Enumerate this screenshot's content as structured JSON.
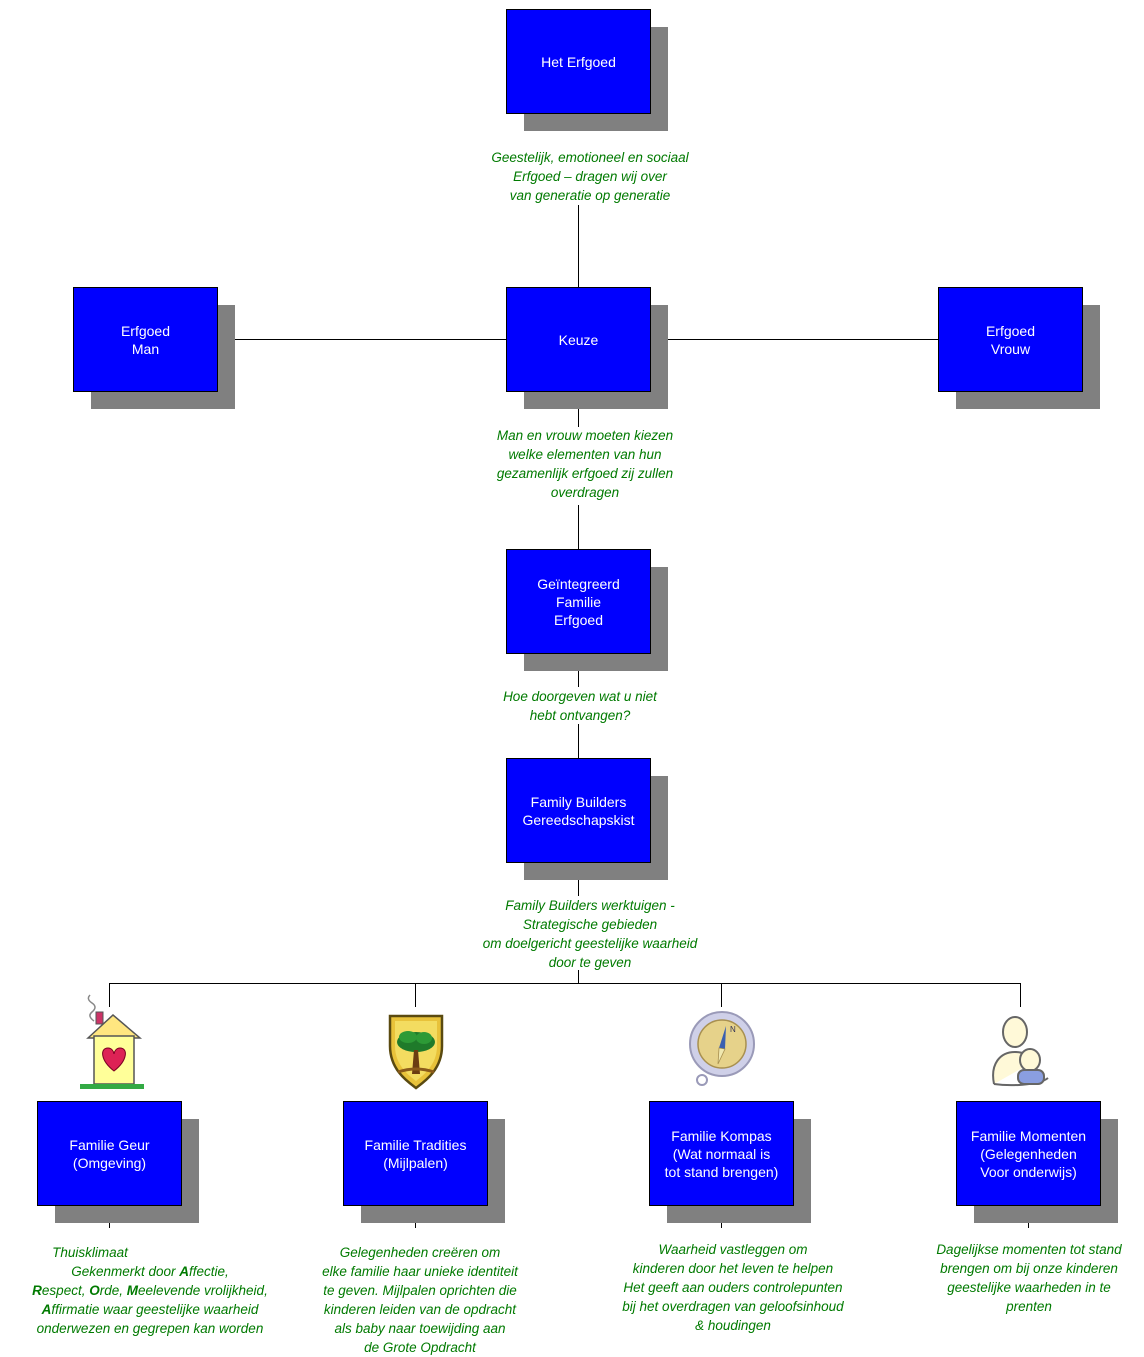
{
  "colors": {
    "box_fill": "#0000ff",
    "box_text": "#ffffff",
    "caption": "#007a00",
    "shadow": "#808080",
    "line": "#000000"
  },
  "boxes": {
    "erfgoed": "Het Erfgoed",
    "man": "Erfgoed\nMan",
    "keuze": "Keuze",
    "vrouw": "Erfgoed\nVrouw",
    "geintegreerd": "Geïntegreerd\nFamilie\nErfgoed",
    "builders": "Family Builders\nGereedschapskist",
    "geur": "Familie Geur\n(Omgeving)",
    "tradities": "Familie Tradities\n(Mijlpalen)",
    "kompas": "Familie Kompas\n(Wat normaal is\ntot stand brengen)",
    "momenten": "Familie Momenten\n(Gelegenheden\nVoor onderwijs)"
  },
  "captions": {
    "erfgoed": "Geestelijk, emotioneel en sociaal\nErfgoed – dragen wij over\nvan generatie op generatie",
    "keuze": "Man en vrouw moeten kiezen\nwelke elementen van hun\ngezamenlijk erfgoed zij zullen\noverdragen",
    "geintegreerd": "Hoe doorgeven wat u niet\nhebt ontvangen?",
    "builders": "Family Builders werktuigen -\nStrategische gebieden\nom doelgericht geestelijke waarheid\ndoor te geven",
    "geur": {
      "line1": "Thuisklimaat",
      "line2_pre": "Gekenmerkt door ",
      "l_a": "A",
      "w_a": "ffectie,",
      "l_r": "R",
      "w_r": "espect, ",
      "l_o": "O",
      "w_o": "rde,  ",
      "l_m": "M",
      "w_m": "eelevende vrolijkheid,",
      "l_a2": "A",
      "w_a2": "ffirmatie waar geestelijke waarheid",
      "line5": "onderwezen en gegrepen kan worden"
    },
    "tradities": "Gelegenheden creëren  om\nelke familie haar unieke identiteit\nte geven.  Mijlpalen oprichten die\nkinderen leiden van de opdracht\nals baby naar toewijding aan\nde Grote Opdracht",
    "kompas": "Waarheid  vastleggen om\nkinderen door het leven te helpen\nHet geeft aan ouders controlepunten\nbij het overdragen van geloofsinhoud\n& houdingen",
    "momenten": "Dagelijkse momenten tot stand\nbrengen om bij onze kinderen\ngeestelijke waarheden in te\nprenten"
  },
  "icons": [
    "house-heart-icon",
    "shield-tree-icon",
    "compass-icon",
    "parent-child-icon"
  ]
}
